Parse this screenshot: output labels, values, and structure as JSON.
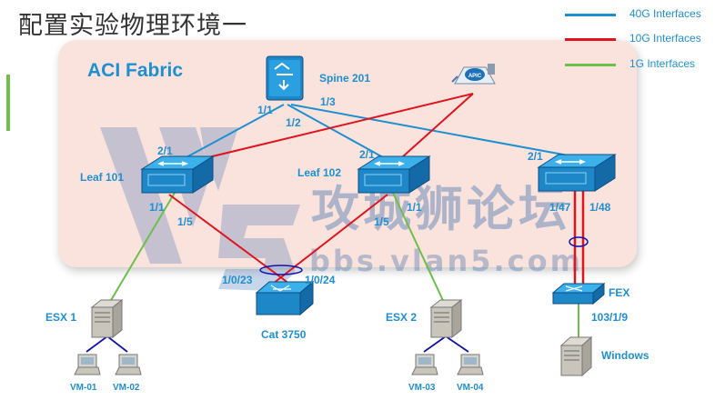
{
  "title": "配置实验物理环境一",
  "fabric_label": "ACI Fabric",
  "legend": [
    {
      "label": "40G Interfaces",
      "color": "#1e90d0"
    },
    {
      "label": "10G Interfaces",
      "color": "#e0141e"
    },
    {
      "label": "1G Interfaces",
      "color": "#6bbf4a"
    }
  ],
  "devices": {
    "spine": "Spine 201",
    "apic": "APIC",
    "leaf101": "Leaf 101",
    "leaf102": "Leaf 102",
    "cat": "Cat 3750",
    "fex": "FEX",
    "esx1": "ESX 1",
    "esx2": "ESX 2",
    "windows": "Windows"
  },
  "ports": {
    "spine_1_1": "1/1",
    "spine_1_2": "1/2",
    "spine_1_3": "1/3",
    "leaf101_2_1": "2/1",
    "leaf101_1_1": "1/1",
    "leaf101_1_5": "1/5",
    "leaf102_2_1": "2/1",
    "leaf102_1_1": "1/1",
    "leaf102_1_5": "1/5",
    "leaf3_2_1": "2/1",
    "leaf3_1_47": "1/47",
    "leaf3_1_48": "1/48",
    "cat_1_0_23": "1/0/23",
    "cat_1_0_24": "1/0/24",
    "fex_port": "103/1/9"
  },
  "vms": [
    "VM-01",
    "VM-02",
    "VM-03",
    "VM-04"
  ],
  "watermark": {
    "chinese": "攻城狮论坛",
    "url": "bbs.vlan5.com"
  },
  "colors": {
    "accent": "#1e8fd0",
    "fabric_bg": "#fbe3dd",
    "link_40g": "#1e90d0",
    "link_10g": "#e0141e",
    "link_1g": "#6bbf4a",
    "vm_link": "#1010b0"
  }
}
